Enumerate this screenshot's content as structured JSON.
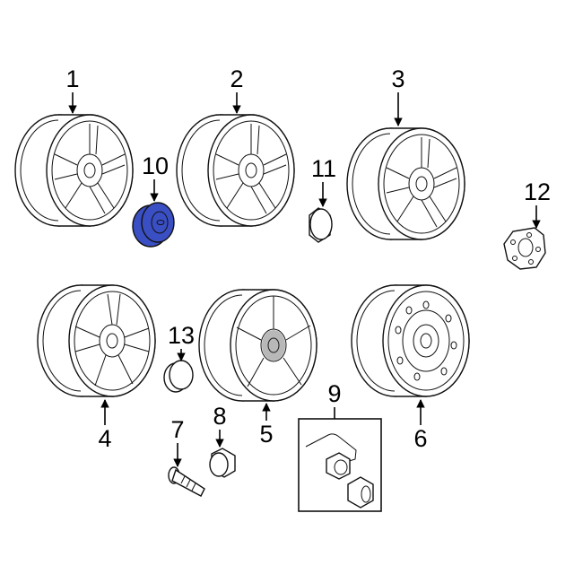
{
  "diagram": {
    "callouts": {
      "c1": "1",
      "c2": "2",
      "c3": "3",
      "c4": "4",
      "c5": "5",
      "c6": "6",
      "c7": "7",
      "c8": "8",
      "c9": "9",
      "c10": "10",
      "c11": "11",
      "c12": "12",
      "c13": "13"
    },
    "highlight_color": "#3a4fc4"
  }
}
